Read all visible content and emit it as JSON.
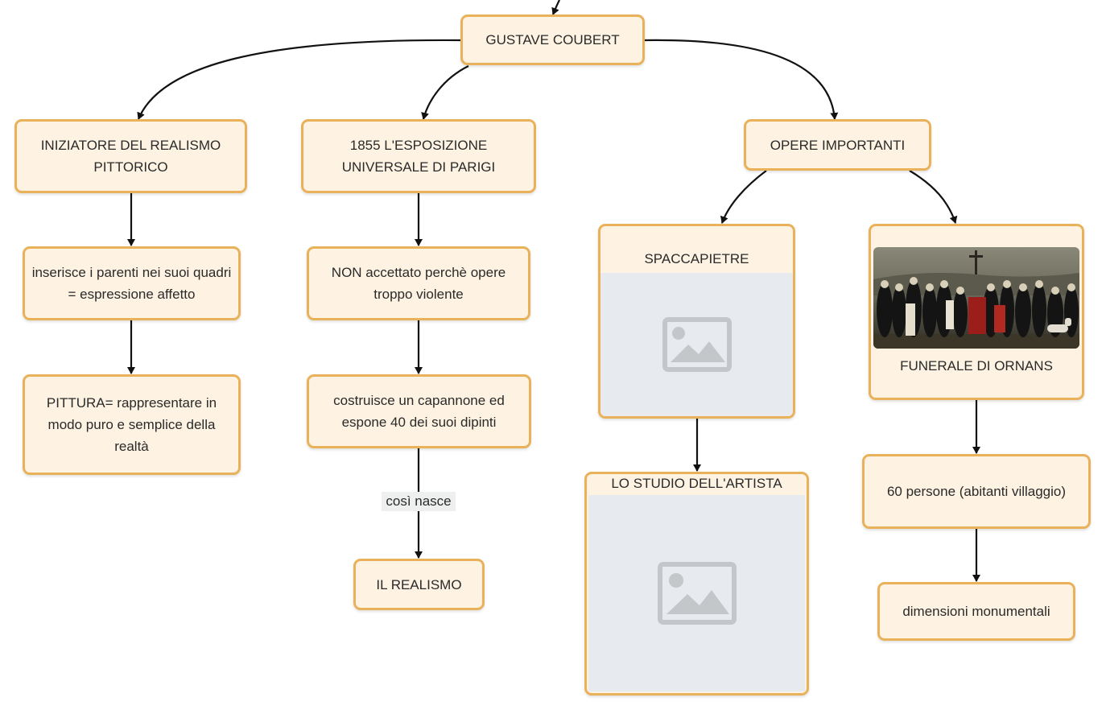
{
  "nodes": {
    "root": "GUSTAVE COUBERT",
    "iniziatore": "INIZIATORE DEL REALISMO PITTORICO",
    "esposizione": "1855 L'ESPOSIZIONE UNIVERSALE DI PARIGI",
    "opere": "OPERE IMPORTANTI",
    "parenti": "inserisce i parenti nei suoi quadri = espressione affetto",
    "pittura": "PITTURA= rappresentare in modo puro e semplice della realtà",
    "non_accettato": "NON accettato perchè opere troppo violente",
    "capannone": "costruisce un capannone ed espone 40 dei suoi dipinti",
    "realismo": "IL REALISMO",
    "spaccapietre": "SPACCAPIETRE",
    "studio": "LO STUDIO DELL'ARTISTA",
    "funerale": "FUNERALE DI ORNANS",
    "persone": "60 persone (abitanti villaggio)",
    "dimensioni": "dimensioni monumentali"
  },
  "edge_labels": {
    "cosi_nasce": "così nasce"
  },
  "images": {
    "spaccapietre": "image-placeholder-icon",
    "studio": "image-placeholder-icon",
    "funerale": "painting-funeral-crowd"
  },
  "colors": {
    "node_fill": "#fef3e2",
    "node_border": "#e9b25a",
    "edge": "#111111",
    "placeholder_bg": "#e7eaee",
    "placeholder_icon": "#c4c7ca"
  }
}
